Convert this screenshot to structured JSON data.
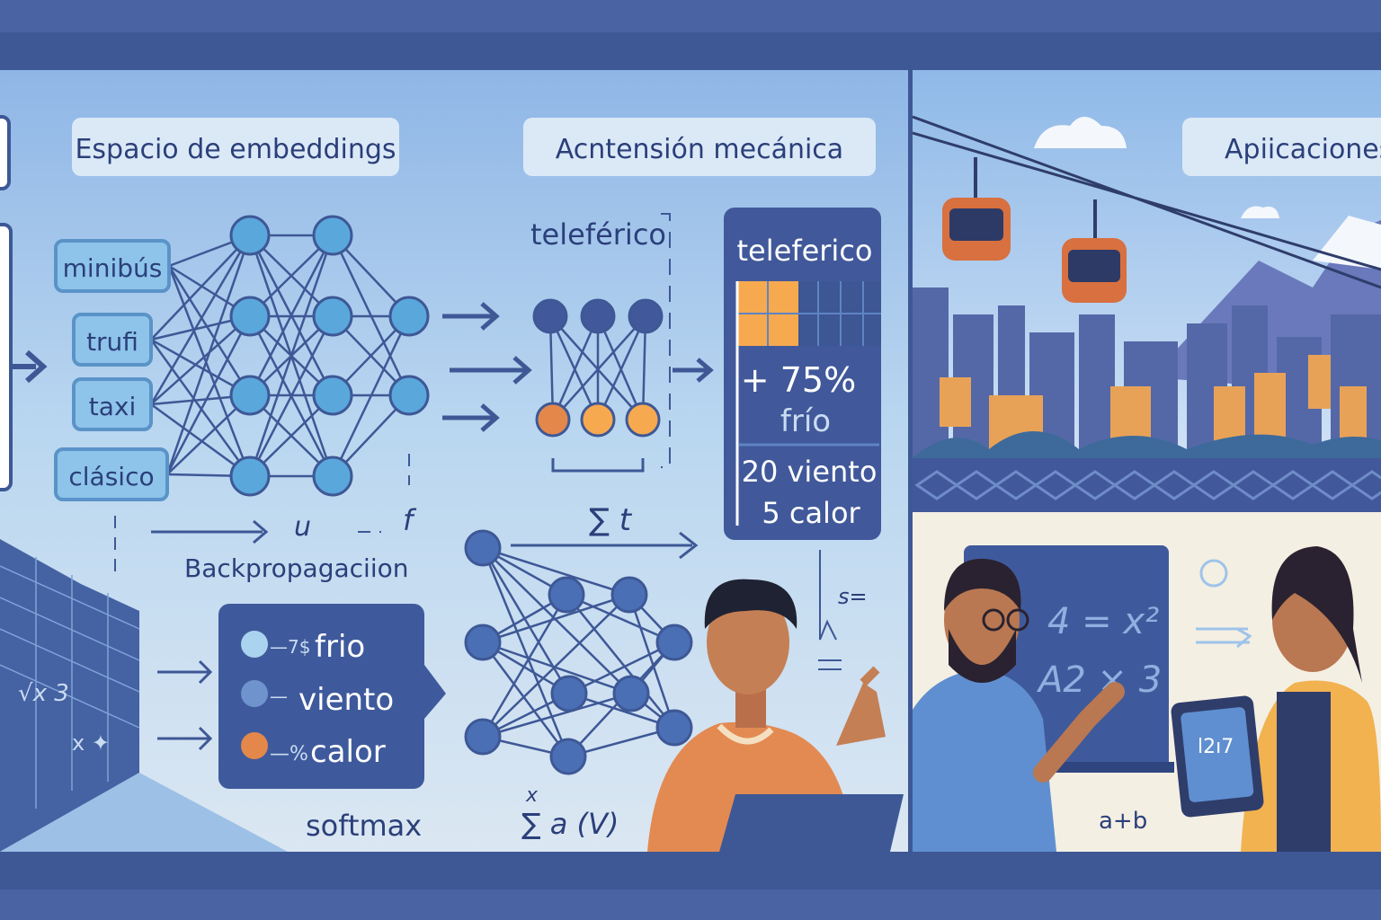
{
  "sections": {
    "embeddings_title": "Espacio de embeddings",
    "attention_title": "Acntensión mecánica",
    "applications_title": "Apiicaciones"
  },
  "embeddings": {
    "inputs": [
      "minibús",
      "trufi",
      "taxi",
      "clásico"
    ],
    "u_label": "u",
    "f_label": "f",
    "backprop_label": "Backpropagaciion"
  },
  "softmax_box": {
    "rows": [
      {
        "prefix": "—7$",
        "label": "frio"
      },
      {
        "prefix": "—",
        "label": "viento"
      },
      {
        "prefix": "—%",
        "label": "calor"
      }
    ],
    "caption": "softmax"
  },
  "attention": {
    "word": "teleférico",
    "sum_label": "∑ t",
    "formula": "∑ a (V)",
    "formula_top": "x",
    "side_formula": "s=",
    "card": {
      "title": "teleferico",
      "percent": "+ 75%",
      "percent_label": "frío",
      "line2": "20 viento",
      "line3": "5 calor",
      "highlight_fraction": 0.4
    }
  },
  "applications": {
    "board_line1": "4 = x²",
    "board_line2": "A2 × 3",
    "tablet_text": "l2ı7",
    "footer_formula": "a+b"
  },
  "colors": {
    "frame": "#3e5896",
    "panel_dark": "#41599a",
    "node_blue": "#5aa7dc",
    "node_orange": "#e3884a",
    "accent_orange": "#f6a94f",
    "cream": "#f4efe3"
  }
}
